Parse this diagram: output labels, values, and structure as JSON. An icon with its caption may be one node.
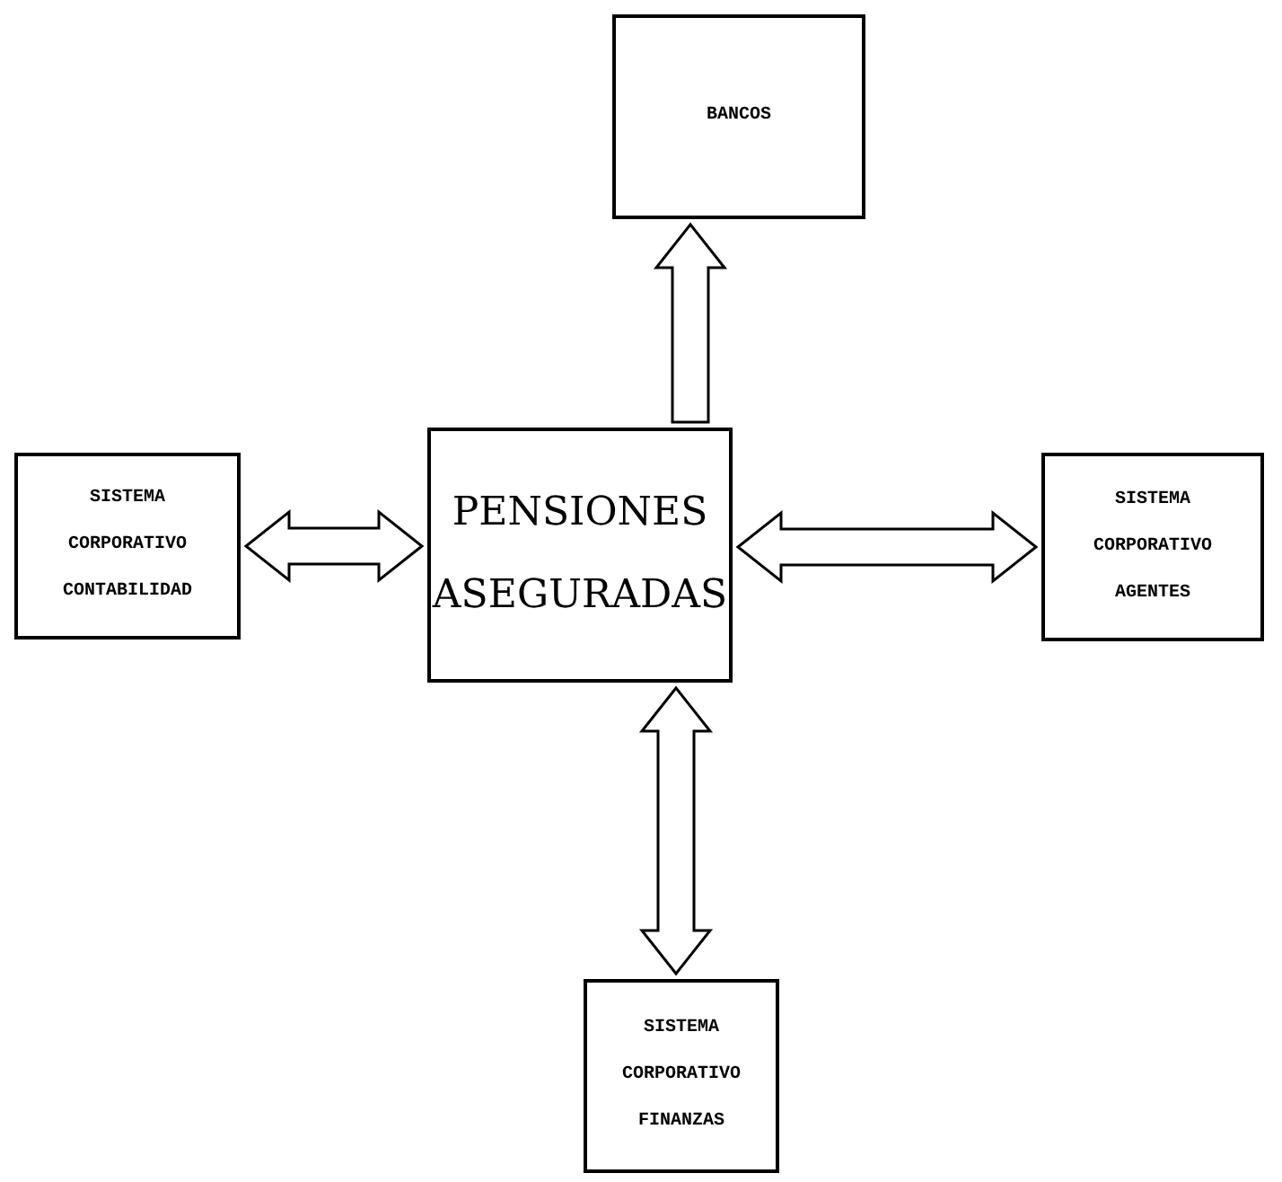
{
  "diagram": {
    "nodes": [
      {
        "text": [
          "BANCOS"
        ]
      },
      {
        "text": [
          "SISTEMA CORPORATIVO CONTABILIDAD"
        ]
      },
      {
        "text": [
          "PENSIONES ASEGURADAS"
        ]
      },
      {
        "text": [
          "SISTEMA CORPORATIVO AGENTES"
        ]
      },
      {
        "text": [
          "SISTEMA CORPORATIVO FINANZAS"
        ]
      }
    ],
    "edges": [
      {
        "from": 2,
        "to": 0,
        "arrow": "to"
      },
      {
        "from": 2,
        "to": 1,
        "arrow": "both"
      },
      {
        "from": 2,
        "to": 3,
        "arrow": "both"
      },
      {
        "from": 2,
        "to": 4,
        "arrow": "both"
      }
    ]
  }
}
